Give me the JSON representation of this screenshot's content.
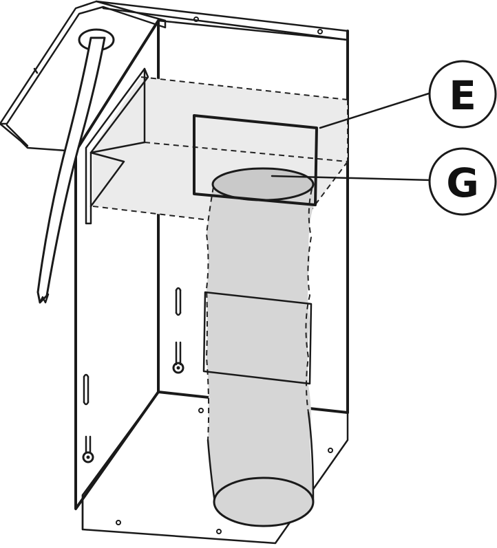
{
  "diagram": {
    "callouts": [
      {
        "id": "E",
        "label": "E"
      },
      {
        "id": "G",
        "label": "G"
      }
    ],
    "colors": {
      "line": "#1a1a1a",
      "duct_fill": "#d6d6d6",
      "panel_shade": "#ebebeb",
      "background": "#ffffff"
    }
  }
}
